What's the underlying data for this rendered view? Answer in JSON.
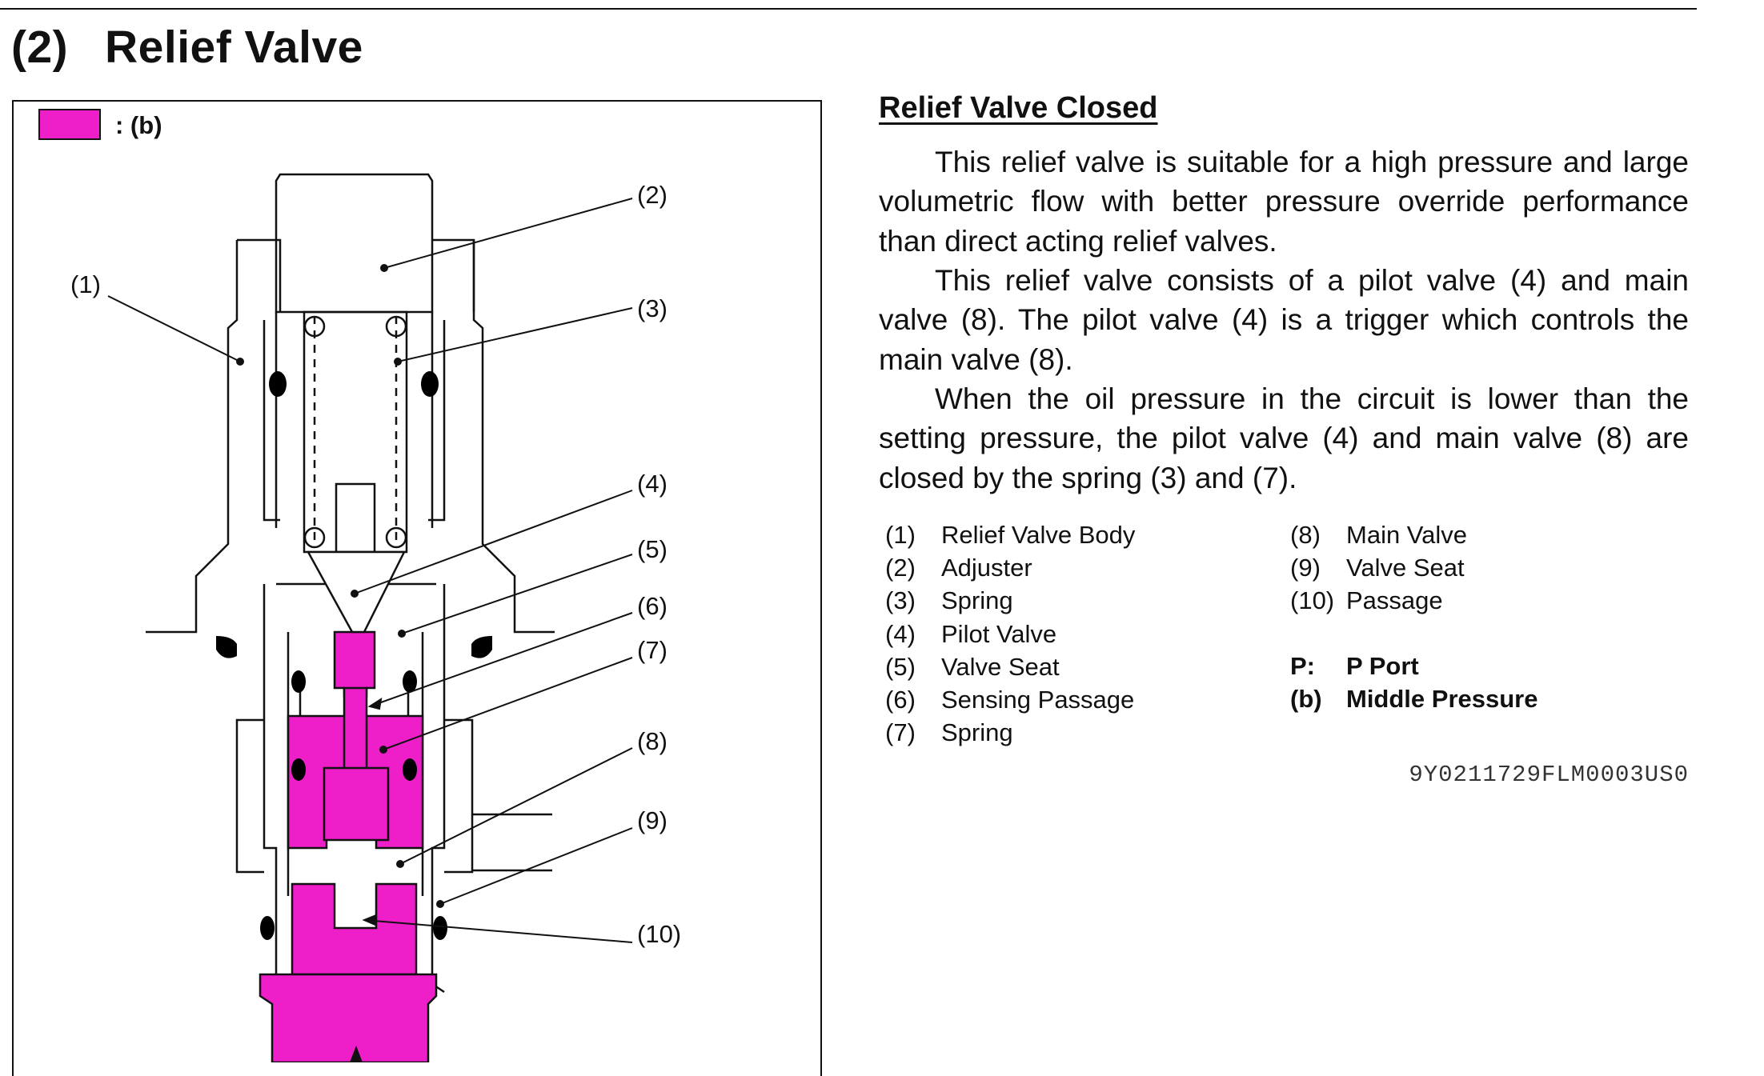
{
  "header": {
    "number": "(2)",
    "title": "Relief Valve"
  },
  "figure": {
    "legend_key": ": (b)",
    "callouts": [
      "(1)",
      "(2)",
      "(3)",
      "(4)",
      "(5)",
      "(6)",
      "(7)",
      "(8)",
      "(9)",
      "(10)"
    ],
    "colors": {
      "middle_pressure": "#ee1ec8",
      "line": "#111111",
      "seal": "#000000"
    }
  },
  "section": {
    "heading": "Relief Valve Closed",
    "paragraphs": [
      "This relief valve is suitable for a high pressure and large volumetric flow with better pressure override performance than direct acting relief valves.",
      "This relief valve consists of a pilot valve (4) and main valve (8). The pilot valve (4) is a trigger which controls the main valve (8).",
      "When the oil pressure in the circuit is lower than the setting pressure, the pilot valve (4) and main valve (8) are closed by the spring (3) and (7)."
    ]
  },
  "parts": [
    {
      "num": "(1)",
      "name": "Relief Valve Body"
    },
    {
      "num": "(2)",
      "name": "Adjuster"
    },
    {
      "num": "(3)",
      "name": "Spring"
    },
    {
      "num": "(4)",
      "name": "Pilot Valve"
    },
    {
      "num": "(5)",
      "name": "Valve Seat"
    },
    {
      "num": "(6)",
      "name": "Sensing Passage"
    },
    {
      "num": "(7)",
      "name": "Spring"
    },
    {
      "num": "(8)",
      "name": "Main Valve"
    },
    {
      "num": "(9)",
      "name": "Valve Seat"
    },
    {
      "num": "(10)",
      "name": "Passage"
    }
  ],
  "abbreviations": [
    {
      "key": "P:",
      "value": "P Port"
    },
    {
      "key": "(b)",
      "value": "Middle Pressure"
    }
  ],
  "doc_code": "9Y0211729FLM0003US0"
}
